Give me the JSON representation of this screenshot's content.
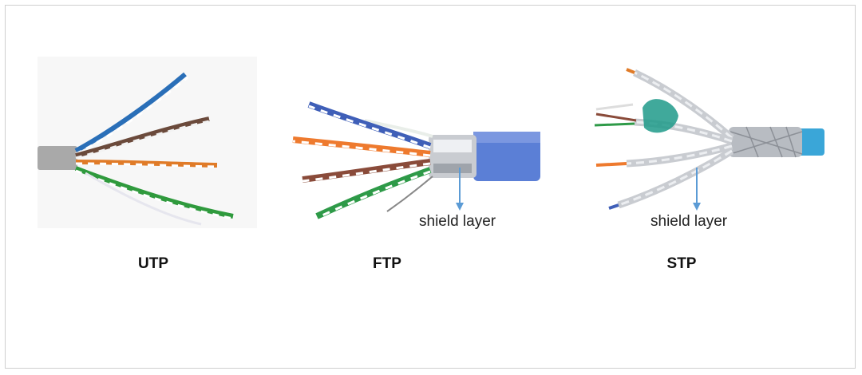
{
  "cables": [
    {
      "type": "UTP",
      "shield_label": ""
    },
    {
      "type": "FTP",
      "shield_label": "shield layer"
    },
    {
      "type": "STP",
      "shield_label": "shield layer"
    }
  ],
  "colors": {
    "arrow": "#5b9bd5",
    "ftp_jacket": "#5b7fd6",
    "stp_jacket": "#3aa6d8",
    "utp_jacket": "#a9a9a9",
    "foil": "#c9ccd1"
  }
}
